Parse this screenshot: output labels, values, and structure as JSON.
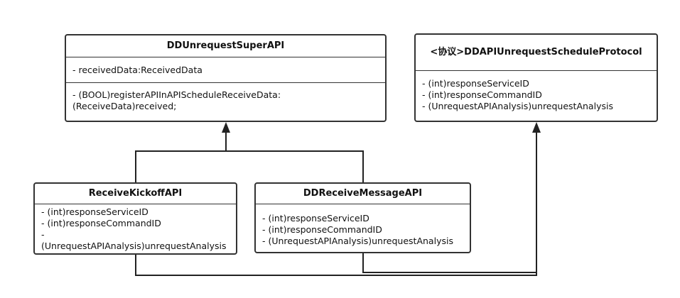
{
  "classes": {
    "super": {
      "name": "DDUnrequestSuperAPI",
      "attributes": [
        "- receivedData:ReceivedData"
      ],
      "methods": [
        "- (BOOL)registerAPIInAPIScheduleReceiveData:",
        "(ReceiveData)received;"
      ]
    },
    "protocol": {
      "name": "<协议>DDAPIUnrequestScheduleProtocol",
      "attributes": [
        "- (int)responseServiceID",
        "- (int)responseCommandID",
        "- (UnrequestAPIAnalysis)unrequestAnalysis"
      ]
    },
    "kickoff": {
      "name": "ReceiveKickoffAPI",
      "attributes": [
        "- (int)responseServiceID",
        "- (int)responseCommandID",
        "-",
        "(UnrequestAPIAnalysis)unrequestAnalysis"
      ]
    },
    "message": {
      "name": "DDReceiveMessageAPI",
      "attributes": [
        "- (int)responseServiceID",
        "- (int)responseCommandID",
        "- (UnrequestAPIAnalysis)unrequestAnalysis"
      ]
    }
  }
}
